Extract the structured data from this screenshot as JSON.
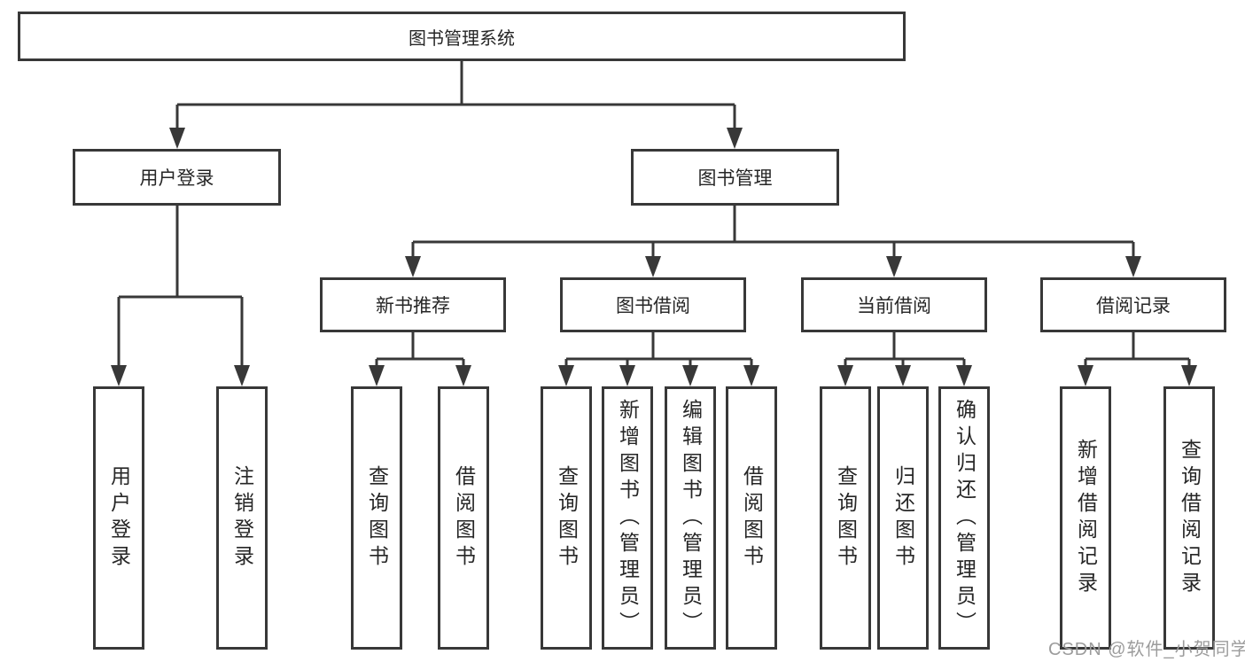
{
  "diagram": {
    "title": "图书管理系统",
    "root": {
      "label": "图书管理系统"
    },
    "level2": [
      {
        "label": "用户登录"
      },
      {
        "label": "图书管理"
      }
    ],
    "level3": [
      {
        "label": "新书推荐"
      },
      {
        "label": "图书借阅"
      },
      {
        "label": "当前借阅"
      },
      {
        "label": "借阅记录"
      }
    ],
    "leaves": {
      "user_login": [
        "用户登录",
        "注销登录"
      ],
      "new_book": [
        "查询图书",
        "借阅图书"
      ],
      "borrow": [
        "查询图书",
        "新增图书（管理员）",
        "编辑图书（管理员）",
        "借阅图书"
      ],
      "current": [
        "查询图书",
        "归还图书",
        "确认归还（管理员）"
      ],
      "records": [
        "新增借阅记录",
        "查询借阅记录"
      ]
    }
  },
  "watermark": "CSDN @软件_小贺同学",
  "colors": {
    "line": "#383838",
    "border": "#383838",
    "text": "#262626",
    "watermark": "#9c9c9c",
    "background": "#ffffff"
  }
}
